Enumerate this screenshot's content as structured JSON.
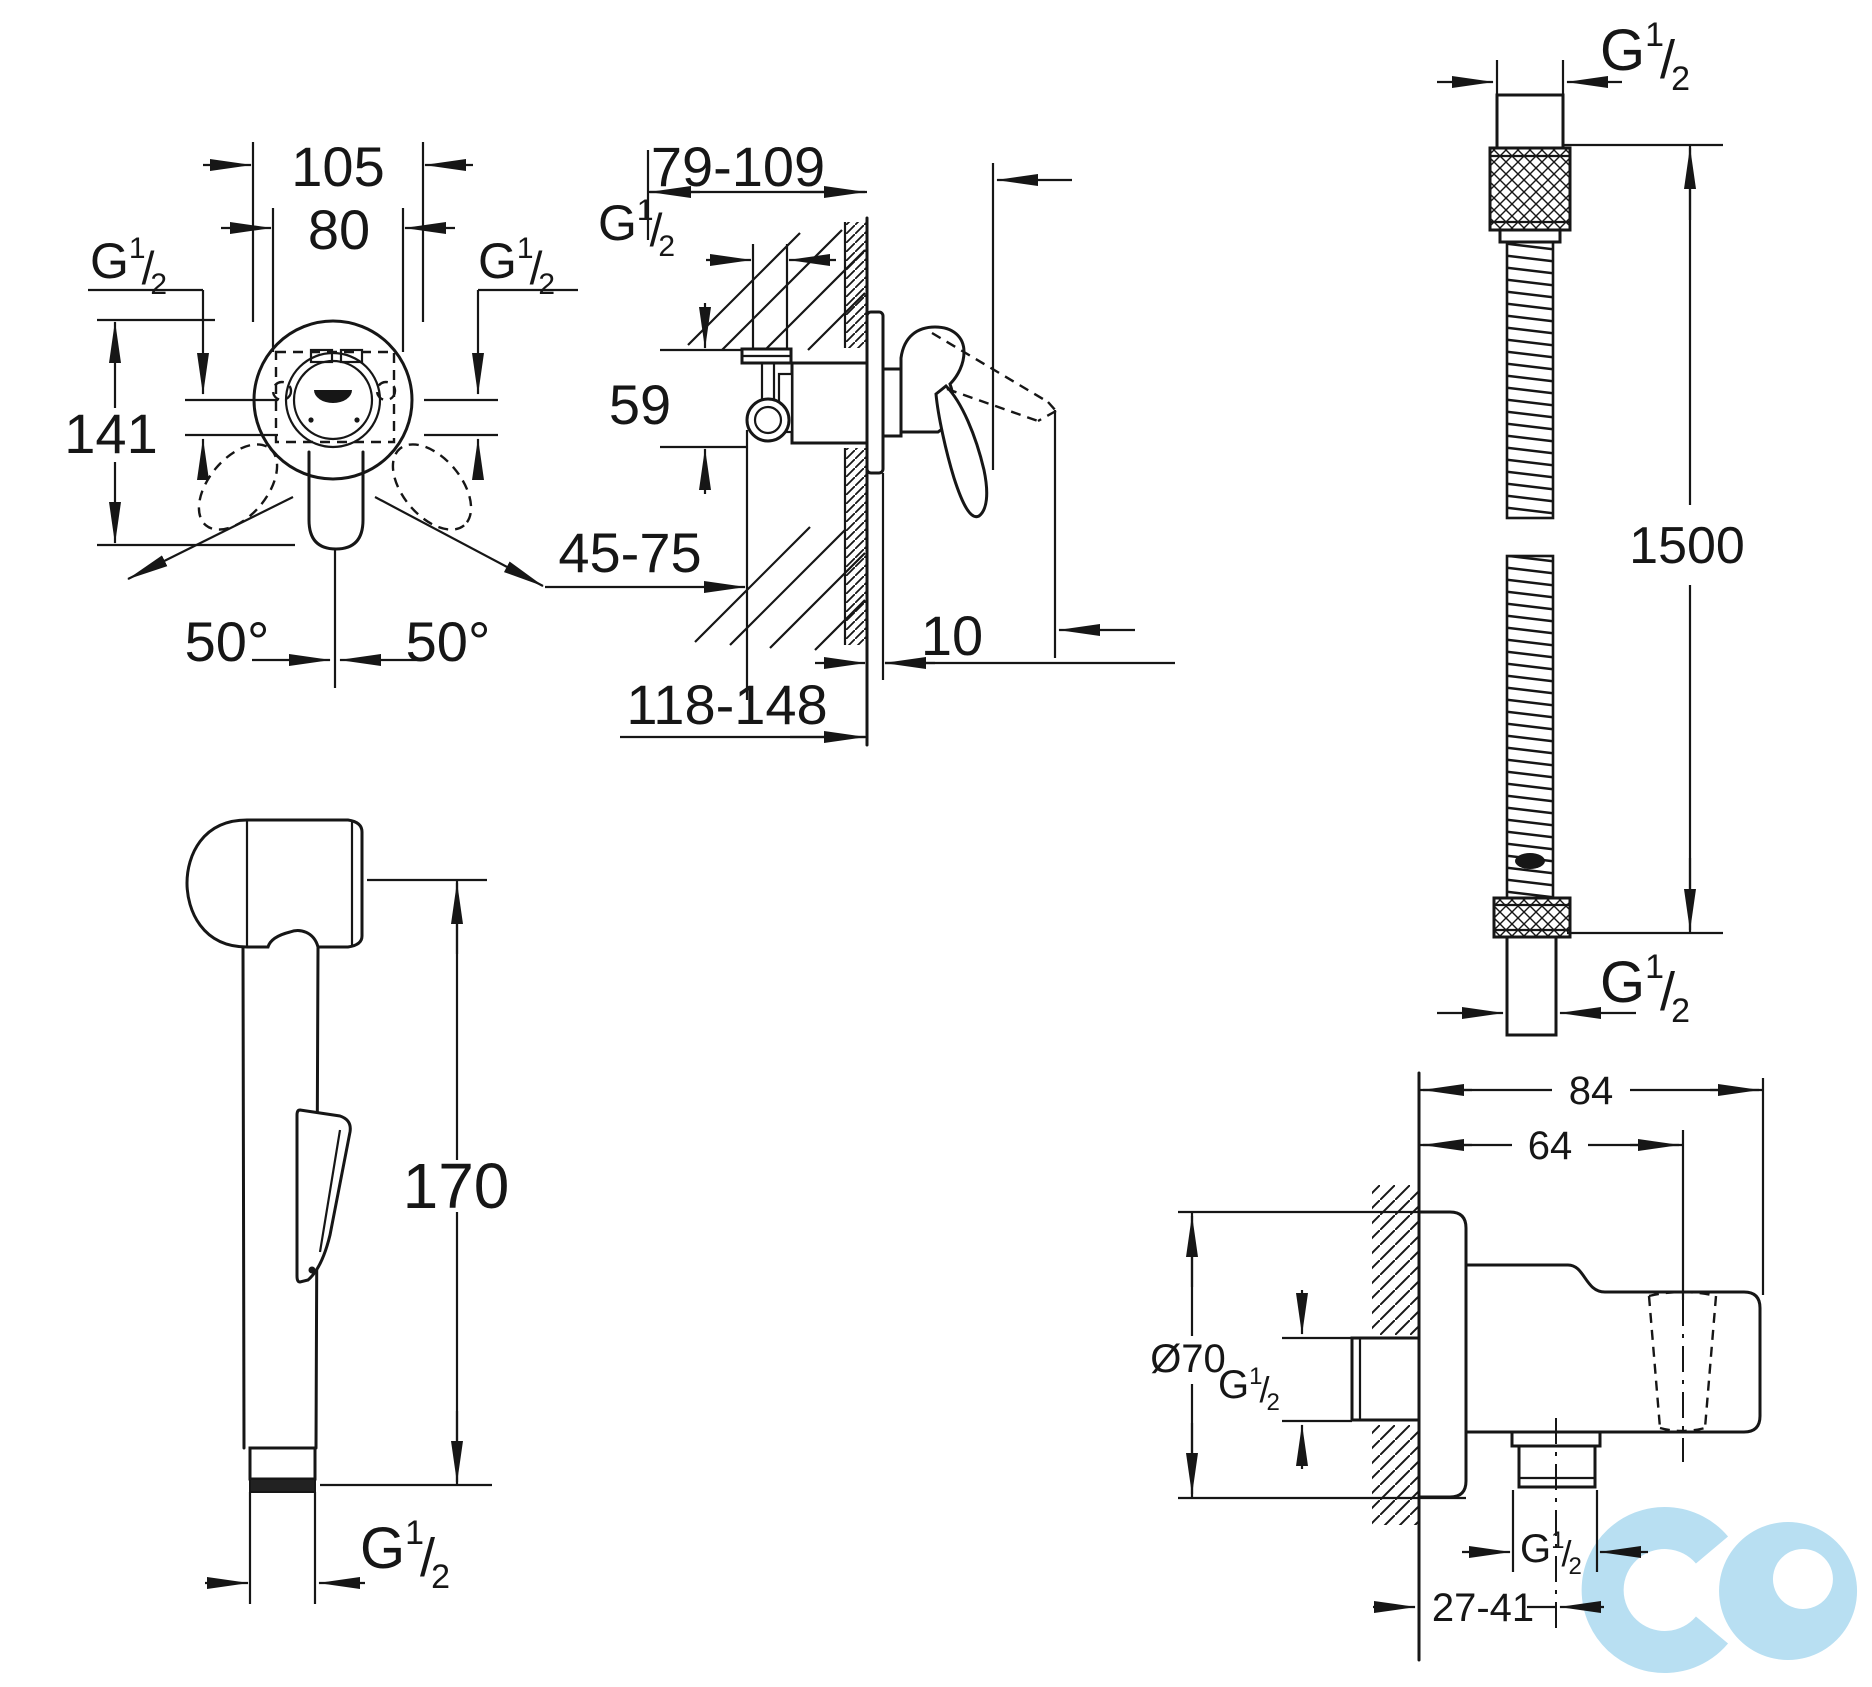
{
  "drawing_title": "bidet-shower-set-dimensional-drawing",
  "thread_label": {
    "g": "G",
    "sup": "1",
    "slash": "/",
    "sub": "2"
  },
  "front_view": {
    "width_outer": "105",
    "width_inner": "80",
    "height": "141",
    "angle_left": "50°",
    "angle_right": "50°"
  },
  "side_view": {
    "depth_range": "79-109",
    "inlet_height": "59",
    "depth_min": "45-75",
    "plate_thickness": "10",
    "total_depth": "118-148"
  },
  "hose_view": {
    "length": "1500"
  },
  "hand_shower_view": {
    "length": "170"
  },
  "bracket_view": {
    "width_outer": "84",
    "width_inner": "64",
    "diameter": "Ø70",
    "wall_to_axis": "27-41"
  },
  "watermark_color": "#b8dff2"
}
